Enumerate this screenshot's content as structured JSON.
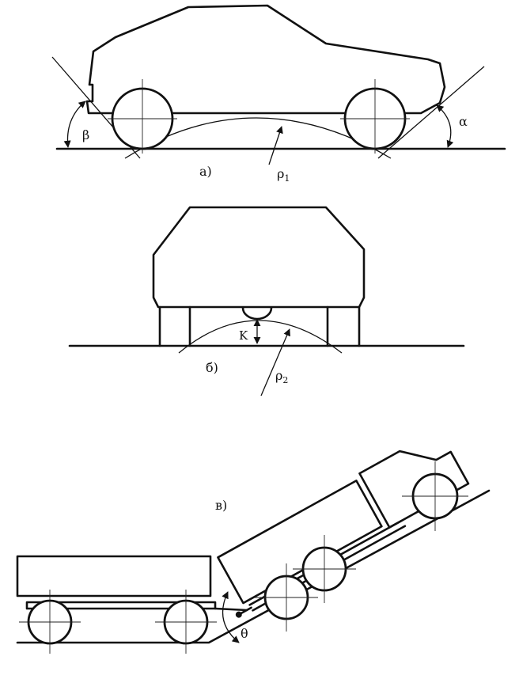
{
  "panel_a": {
    "caption": "а)",
    "angle_rear": "β",
    "angle_front": "α",
    "radius_label": "ρ",
    "radius_sub": "1"
  },
  "panel_b": {
    "caption": "б)",
    "clearance": "K",
    "radius_label": "ρ",
    "radius_sub": "2"
  },
  "panel_c": {
    "caption": "в)",
    "hitch_angle": "θ"
  }
}
